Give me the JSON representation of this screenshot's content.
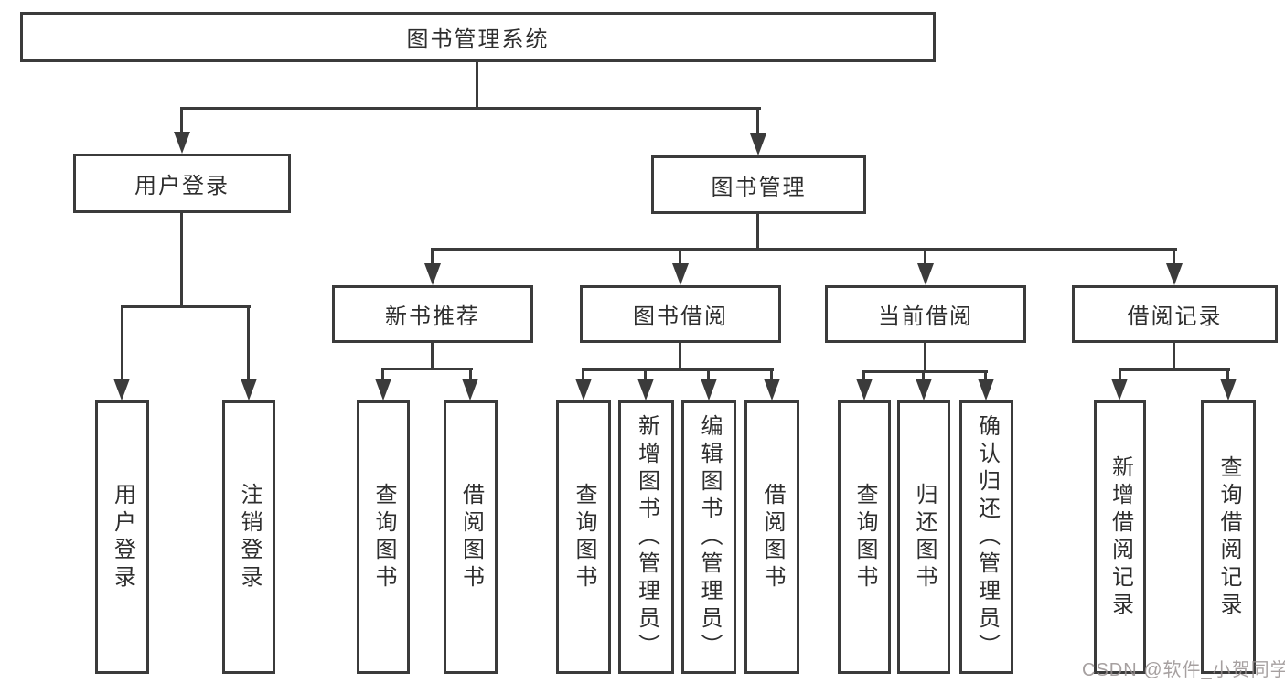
{
  "diagram": {
    "root": {
      "label": "图书管理系统"
    },
    "branches": [
      {
        "label": "用户登录",
        "children": [
          {
            "label": "用户登录"
          },
          {
            "label": "注销登录"
          }
        ]
      },
      {
        "label": "图书管理",
        "children": [
          {
            "label": "新书推荐",
            "children": [
              {
                "label": "查询图书"
              },
              {
                "label": "借阅图书"
              }
            ]
          },
          {
            "label": "图书借阅",
            "children": [
              {
                "label": "查询图书"
              },
              {
                "label": "新增图书（管理员）"
              },
              {
                "label": "编辑图书（管理员）"
              },
              {
                "label": "借阅图书"
              }
            ]
          },
          {
            "label": "当前借阅",
            "children": [
              {
                "label": "查询图书"
              },
              {
                "label": "归还图书"
              },
              {
                "label": "确认归还（管理员）"
              }
            ]
          },
          {
            "label": "借阅记录",
            "children": [
              {
                "label": "新增借阅记录"
              },
              {
                "label": "查询借阅记录"
              }
            ]
          }
        ]
      }
    ]
  },
  "watermark": {
    "text": "CSDN @软件_小贺同学"
  },
  "colors": {
    "line": "#3b3b3b",
    "text": "#2e2e2e",
    "background": "#ffffff",
    "watermark": "#979090"
  }
}
